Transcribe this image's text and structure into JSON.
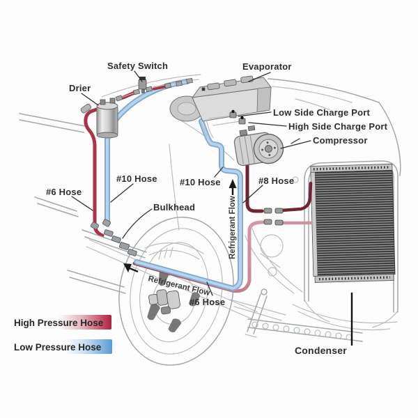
{
  "labels": {
    "drier": "Drier",
    "safety_switch": "Safety Switch",
    "evaporator": "Evaporator",
    "low_side_charge_port": "Low Side Charge Port",
    "high_side_charge_port": "High Side Charge Port",
    "compressor": "Compressor",
    "hose6_left": "#6 Hose",
    "hose10_left": "#10 Hose",
    "hose10_right": "#10 Hose",
    "hose8": "#8 Hose",
    "bulkhead": "Bulkhead",
    "refrigerant_flow_up": "Refrigerant Flow",
    "refrigerant_flow_diag": "Refrigerant Flow",
    "hose6_bottom": "#6 Hose",
    "condenser": "Condenser"
  },
  "legend": {
    "high_pressure_label": "High Pressure Hose",
    "low_pressure_label": "Low Pressure Hose",
    "high_pressure_color": "#b0203c",
    "low_pressure_color": "#5b9bd5"
  },
  "hose_colors": {
    "high_pressure": "#ad3247",
    "high_pressure_light": "#d497a3",
    "discharge_dark": "#70242f",
    "low_pressure": "#a9cbe8"
  }
}
